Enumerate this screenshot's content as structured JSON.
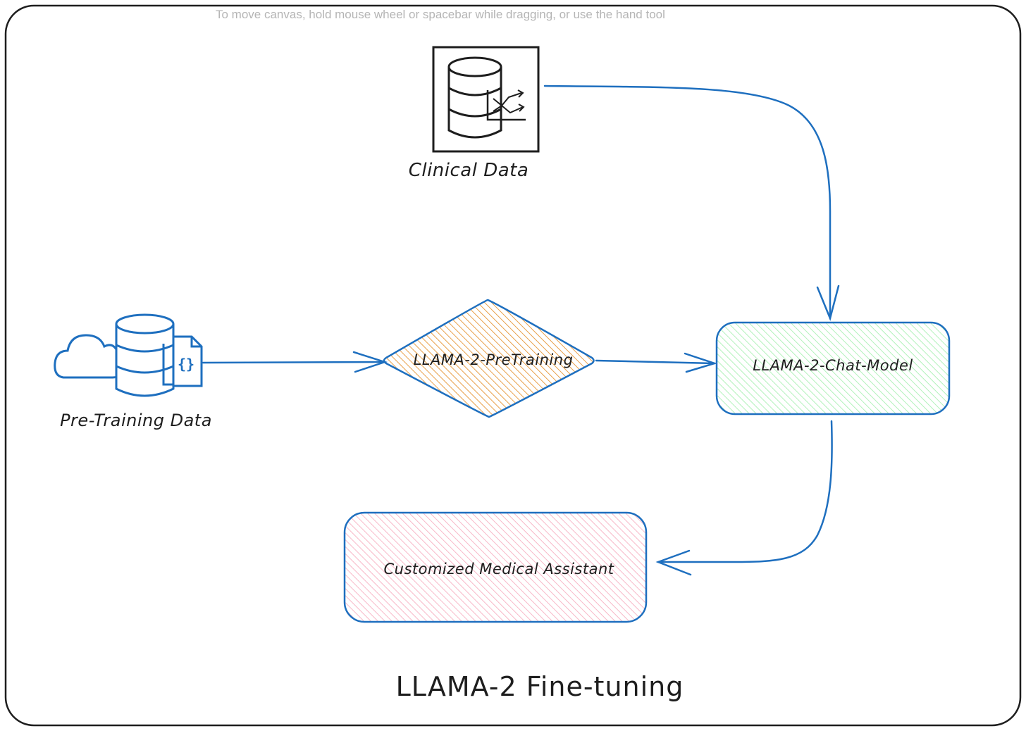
{
  "canvas_hint": "To move canvas, hold mouse wheel or spacebar while dragging, or use the hand tool",
  "nodes": {
    "clinical_data": {
      "label": "Clinical Data",
      "icon": "database-chart-icon"
    },
    "pretraining_data": {
      "label": "Pre-Training Data",
      "icon": "cloud-database-json-icon"
    },
    "pretraining": {
      "label": "LLAMA-2-PreTraining",
      "fill": "#e8a04a"
    },
    "chat_model": {
      "label": "LLAMA-2-Chat-Model",
      "fill": "#b2f2bb"
    },
    "medical_assistant": {
      "label": "Customized Medical Assistant",
      "fill": "#f8b8c8"
    }
  },
  "title": "LLAMA-2 Fine-tuning",
  "colors": {
    "stroke": "#1e6fbf",
    "ink": "#1e1e1e"
  }
}
